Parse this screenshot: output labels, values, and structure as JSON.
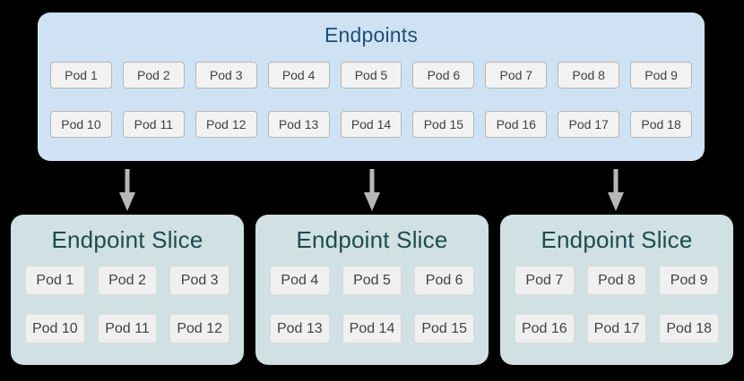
{
  "colors": {
    "background": "#000000",
    "endpoints_fill": "#cfe2f3",
    "endpoints_title_text": "#1d4e79",
    "slice_fill": "#d0e0e3",
    "slice_title_text": "#1d4b51",
    "pod_fill": "#f2f2f2",
    "pod_border_top": "#b7b7b7",
    "pod_border_slice": "#dcdcdc",
    "pod_text": "#3e4345",
    "arrow": "#b7b7b7"
  },
  "endpoints": {
    "title": "Endpoints",
    "rows": [
      [
        "Pod 1",
        "Pod 2",
        "Pod 3",
        "Pod 4",
        "Pod 5",
        "Pod 6",
        "Pod 7",
        "Pod 8",
        "Pod 9"
      ],
      [
        "Pod 10",
        "Pod 11",
        "Pod 12",
        "Pod 13",
        "Pod 14",
        "Pod 15",
        "Pod 16",
        "Pod 17",
        "Pod 18"
      ]
    ]
  },
  "arrows": {
    "count": 3,
    "icon": "down-arrow"
  },
  "slices": [
    {
      "title": "Endpoint Slice",
      "rows": [
        [
          "Pod 1",
          "Pod 2",
          "Pod 3"
        ],
        [
          "Pod 10",
          "Pod 11",
          "Pod 12"
        ]
      ]
    },
    {
      "title": "Endpoint Slice",
      "rows": [
        [
          "Pod 4",
          "Pod 5",
          "Pod 6"
        ],
        [
          "Pod 13",
          "Pod 14",
          "Pod 15"
        ]
      ]
    },
    {
      "title": "Endpoint Slice",
      "rows": [
        [
          "Pod 7",
          "Pod 8",
          "Pod 9"
        ],
        [
          "Pod 16",
          "Pod 17",
          "Pod 18"
        ]
      ]
    }
  ]
}
